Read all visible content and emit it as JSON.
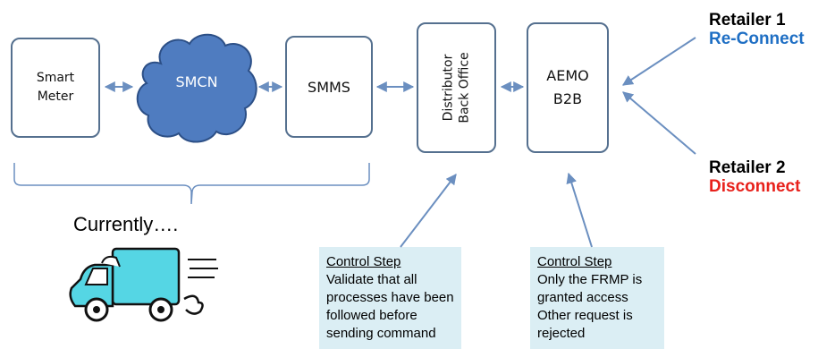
{
  "nodes": {
    "smart_meter": [
      "Smart",
      "Meter"
    ],
    "smcn": "SMCN",
    "smms": "SMMS",
    "distributor": [
      "Distributor",
      "Back Office"
    ],
    "aemo": [
      "AEMO",
      "B2B"
    ]
  },
  "retailers": [
    {
      "name": "Retailer 1",
      "action": "Re-Connect",
      "action_color": "#1f6fc4"
    },
    {
      "name": "Retailer 2",
      "action": "Disconnect",
      "action_color": "#e8211b"
    }
  ],
  "currently": "Currently….",
  "control_steps": [
    {
      "heading": "Control Step",
      "lines": [
        "Validate that all",
        "processes have been",
        "followed before",
        "sending command"
      ]
    },
    {
      "heading": "Control Step",
      "lines": [
        "Only the FRMP is",
        "granted access",
        "Other request is",
        "rejected"
      ]
    }
  ],
  "colors": {
    "box_border": "#55708f",
    "arrow": "#6b8fc0",
    "cloud_fill": "#4f7cc0",
    "control_fill": "#dbeef4"
  },
  "icons": [
    "delivery-truck-icon"
  ]
}
